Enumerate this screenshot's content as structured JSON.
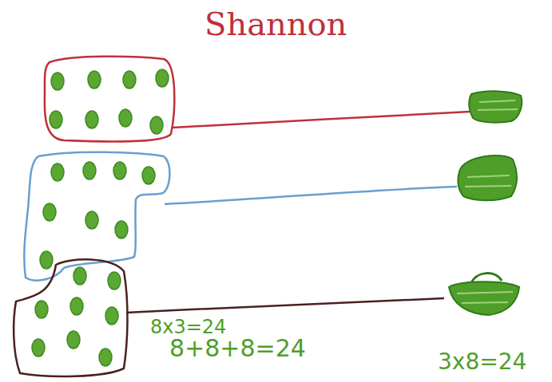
{
  "diagram": {
    "title": "Shannon",
    "labels": [
      "8x3=24",
      "8+8+8=24",
      "3x8=24"
    ]
  }
}
